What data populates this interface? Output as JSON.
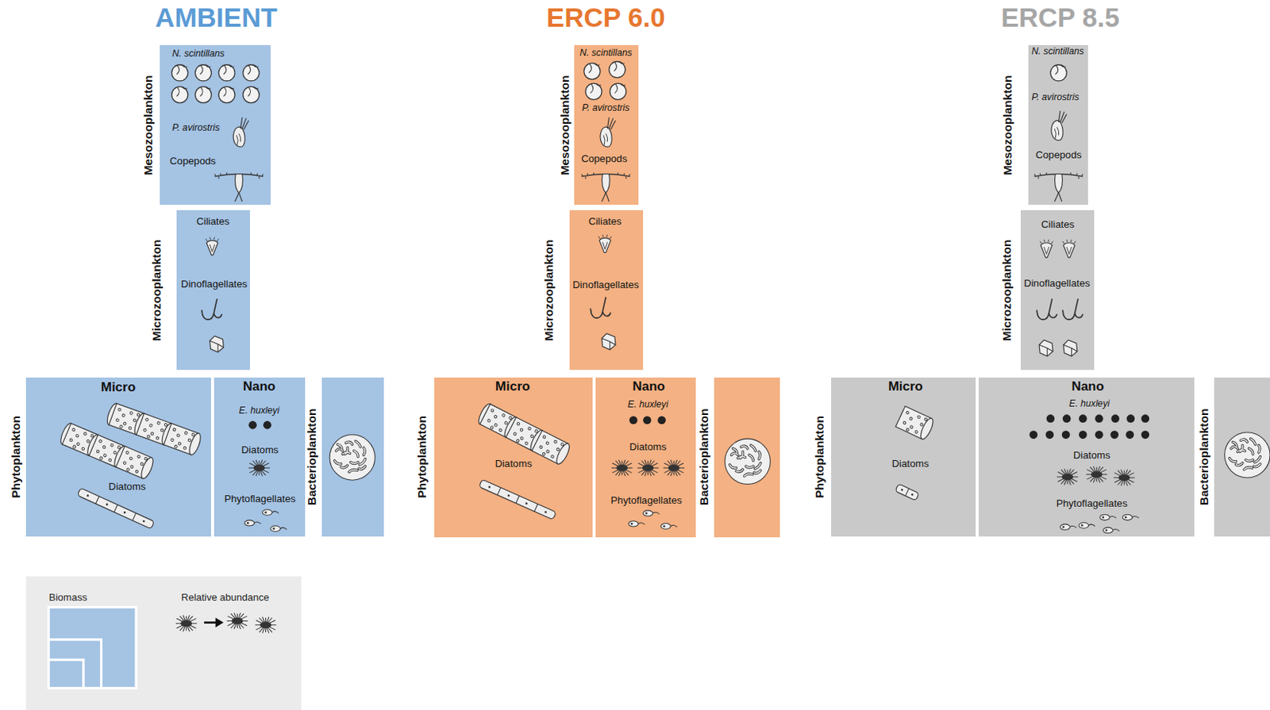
{
  "diagram": {
    "nodes": [
      {
        "text": [
          "Mesozooplankton",
          "N. scintillans",
          "P. avirostris",
          "Copepods"
        ]
      },
      {
        "text": [
          "Microzooplankton",
          "Ciliates",
          "Dinoflagellates"
        ]
      },
      {
        "text": [
          "Phytoplankton",
          "Micro",
          "Diatoms"
        ]
      },
      {
        "text": [
          "Nano",
          "E. huxleyi",
          "Diatoms",
          "Phytoflagellates"
        ]
      },
      {
        "text": [
          "Bacterioplankton"
        ]
      },
      {
        "text": [
          "Mesozooplankton",
          "N. scintillans",
          "P. avirostris",
          "Copepods"
        ]
      },
      {
        "text": [
          "Microzooplankton",
          "Ciliates",
          "Dinoflagellates"
        ]
      },
      {
        "text": [
          "Phytoplankton",
          "Micro",
          "Diatoms"
        ]
      },
      {
        "text": [
          "Nano",
          "E. huxleyi",
          "Diatoms",
          "Phytoflagellates"
        ]
      },
      {
        "text": [
          "Bacterioplankton"
        ]
      },
      {
        "text": [
          "Mesozooplankton",
          "N. scintillans",
          "P. avirostris",
          "Copepods"
        ]
      },
      {
        "text": [
          "Microzooplankton",
          "Ciliates",
          "Dinoflagellates"
        ]
      },
      {
        "text": [
          "Phytoplankton",
          "Micro",
          "Diatoms"
        ]
      },
      {
        "text": [
          "Nano",
          "E. huxleyi",
          "Diatoms",
          "Phytoflagellates"
        ]
      },
      {
        "text": [
          "Bacterioplankton"
        ]
      }
    ],
    "labels": [
      "AMBIENT",
      "ERCP 6.0",
      "ERCP 8.5"
    ],
    "legend": [
      {
        "text": "Biomass"
      },
      {
        "text": "Relative abundance"
      }
    ]
  }
}
